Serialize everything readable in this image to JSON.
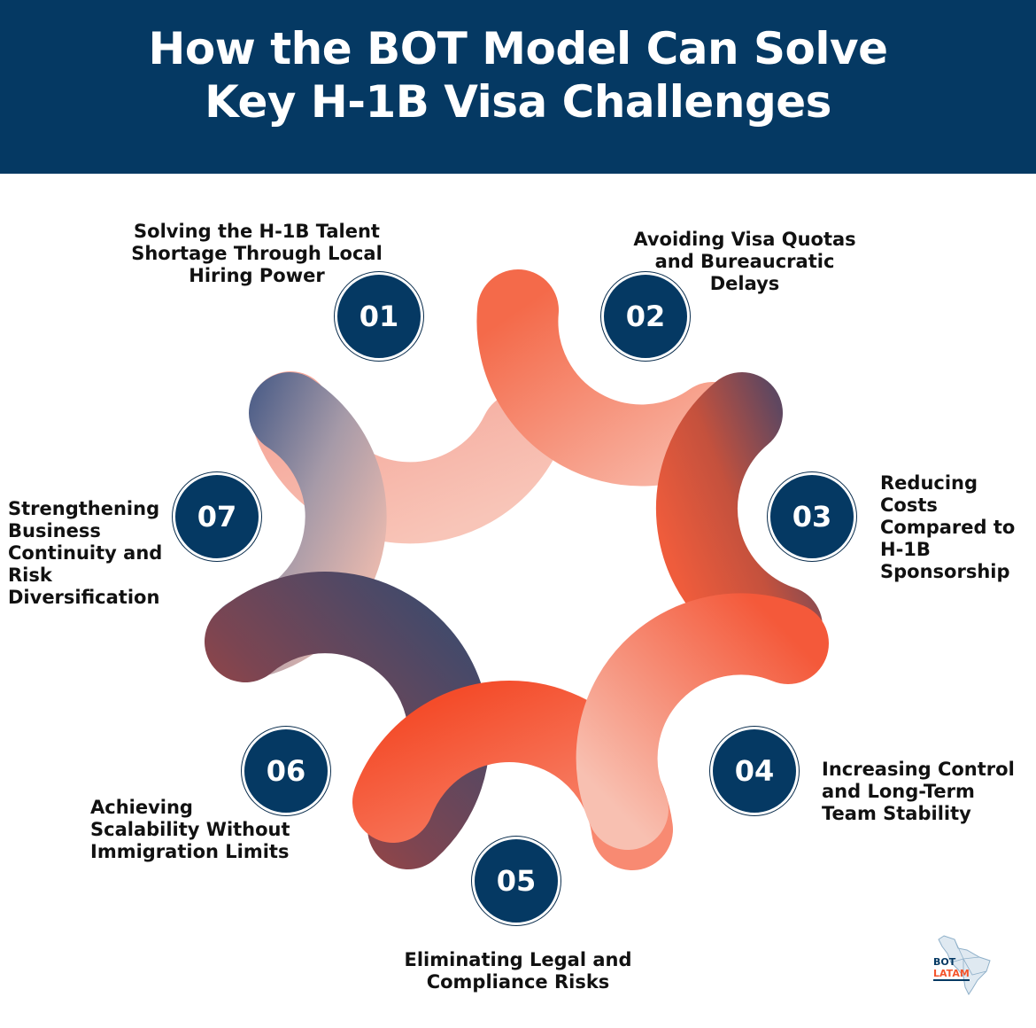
{
  "header": {
    "title_line1": "How the BOT Model Can Solve",
    "title_line2": "Key H-1B Visa Challenges"
  },
  "steps": [
    {
      "number": "01",
      "label": "Solving the H-1B Talent Shortage Through Local Hiring Power"
    },
    {
      "number": "02",
      "label": "Avoiding Visa Quotas and Bureaucratic Delays"
    },
    {
      "number": "03",
      "label": "Reducing Costs Compared to H-1B Sponsorship"
    },
    {
      "number": "04",
      "label": "Increasing Control and Long-Term Team Stability"
    },
    {
      "number": "05",
      "label": "Eliminating Legal and Compliance Risks"
    },
    {
      "number": "06",
      "label": "Achieving Scalability Without Immigration Limits"
    },
    {
      "number": "07",
      "label": "Strengthening Business Continuity and Risk Diversification"
    }
  ],
  "logo": {
    "line1": "BOT",
    "line2": "LATAM"
  },
  "colors": {
    "navy": "#053963",
    "coral": "#f4542c",
    "peach": "#f7b7a8",
    "slate": "#3f4a6c"
  }
}
